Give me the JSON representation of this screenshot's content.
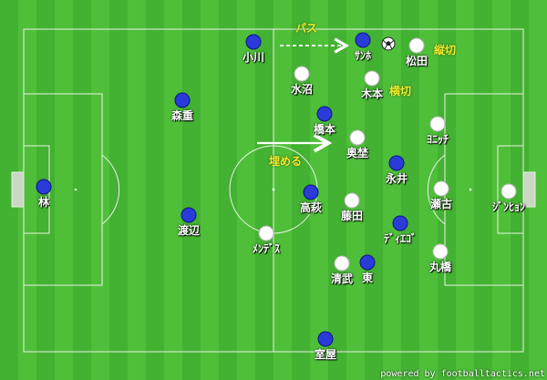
{
  "colors": {
    "grass_light": "#4fbf3a",
    "grass_dark": "#3aa52a",
    "blue_team": "#2a3bd8",
    "white_team": "#ffffff",
    "annotation": "#f4ea2a"
  },
  "players": [
    {
      "id": "hayashi",
      "name": "林",
      "team": "blue"
    },
    {
      "id": "watanabe",
      "name": "渡辺",
      "team": "blue"
    },
    {
      "id": "morishige",
      "name": "森重",
      "team": "blue"
    },
    {
      "id": "ogawa",
      "name": "小川",
      "team": "blue"
    },
    {
      "id": "hashimoto",
      "name": "橋本",
      "team": "blue"
    },
    {
      "id": "takahagi",
      "name": "高萩",
      "team": "blue"
    },
    {
      "id": "higashi",
      "name": "東",
      "team": "blue"
    },
    {
      "id": "muroya",
      "name": "室屋",
      "team": "blue"
    },
    {
      "id": "nagai",
      "name": "永井",
      "team": "blue"
    },
    {
      "id": "diego",
      "name": "ﾃﾞｨｴｺﾞ",
      "team": "blue"
    },
    {
      "id": "sandro",
      "name": "ｻﾝﾎ",
      "team": "blue"
    },
    {
      "id": "matsuda",
      "name": "松田",
      "team": "white"
    },
    {
      "id": "mizunuma",
      "name": "水沼",
      "team": "white"
    },
    {
      "id": "kimoto",
      "name": "木本",
      "team": "white"
    },
    {
      "id": "okutsu",
      "name": "奥埜",
      "team": "white"
    },
    {
      "id": "fujita",
      "name": "藤田",
      "team": "white"
    },
    {
      "id": "mendes",
      "name": "ﾒﾝﾃﾞｽ",
      "team": "white"
    },
    {
      "id": "kiyotake",
      "name": "清武",
      "team": "white"
    },
    {
      "id": "maruhashi",
      "name": "丸橋",
      "team": "white"
    },
    {
      "id": "segoku",
      "name": "瀬古",
      "team": "white"
    },
    {
      "id": "yonich",
      "name": "ﾖﾆｯﾁ",
      "team": "white"
    },
    {
      "id": "jinhyon",
      "name": "ｼﾞﾝﾋｮﾝ",
      "team": "white"
    }
  ],
  "annotations": {
    "pass": "パス",
    "vertical_cut": "縦切",
    "horizontal_cut": "横切",
    "fill_space": "埋める"
  },
  "credit": "powered by footballtactics.net"
}
